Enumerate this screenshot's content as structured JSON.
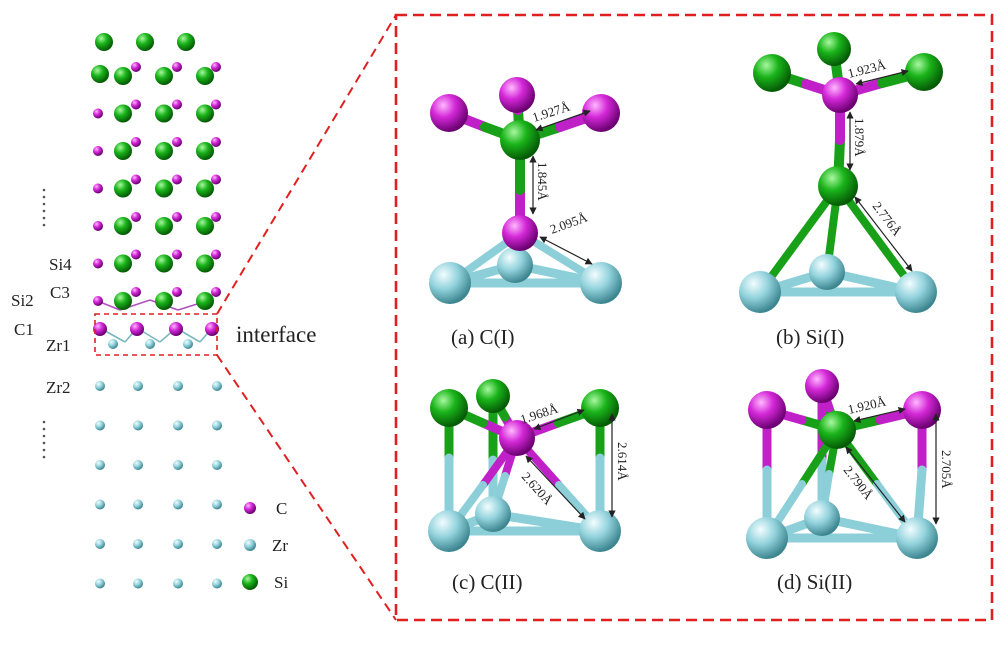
{
  "slab": {
    "layer_labels": [
      "Si4",
      "C3",
      "Si2",
      "C1",
      "Zr1",
      "Zr2"
    ],
    "interface_label": "interface"
  },
  "legend": [
    {
      "element": "C",
      "color": "#c020c8"
    },
    {
      "element": "Zr",
      "color": "#8ccfd8"
    },
    {
      "element": "Si",
      "color": "#18a018"
    }
  ],
  "colors": {
    "carbon": "#c020c8",
    "zirconium": "#8ccfd8",
    "silicon": "#18a018",
    "frame": "#e02020"
  },
  "panels": [
    {
      "caption": "(a) C(I)",
      "distances": [
        "1.927Å",
        "1.845Å",
        "2.095Å"
      ]
    },
    {
      "caption": "(b) Si(I)",
      "distances": [
        "1.923Å",
        "1.879Å",
        "2.776Å"
      ]
    },
    {
      "caption": "(c) C(II)",
      "distances": [
        "1.968Å",
        "2.614Å",
        "2.620Å"
      ]
    },
    {
      "caption": "(d) Si(II)",
      "distances": [
        "1.920Å",
        "2.705Å",
        "2.790Å"
      ]
    }
  ]
}
